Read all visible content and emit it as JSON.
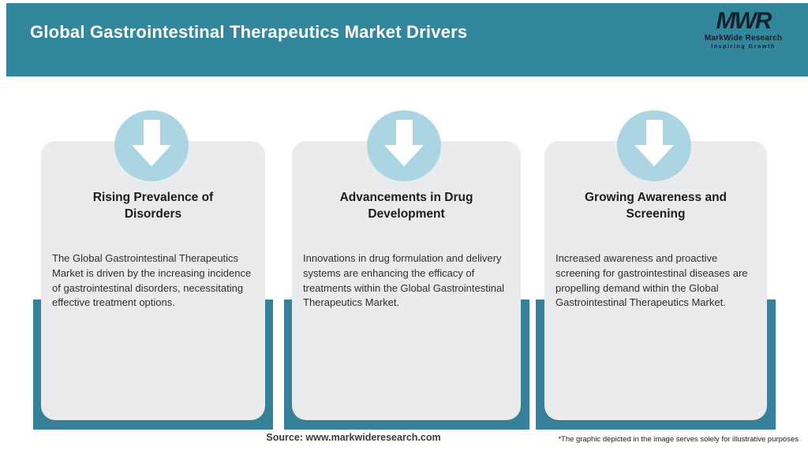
{
  "header": {
    "title": "Global Gastrointestinal Therapeutics Market Drivers",
    "logo": {
      "acronym": "MWR",
      "name": "MarkWide Research",
      "tagline": "Inspiring Growth"
    }
  },
  "cards": [
    {
      "icon": "down-arrow-icon",
      "title": "Rising Prevalence of Disorders",
      "description": "The Global Gastrointestinal Therapeutics Market is driven by the increasing incidence of gastrointestinal disorders, necessitating effective treatment options."
    },
    {
      "icon": "down-arrow-icon",
      "title": "Advancements in Drug Development",
      "description": "Innovations in drug formulation and delivery systems are enhancing the efficacy of treatments within the Global Gastrointestinal Therapeutics Market."
    },
    {
      "icon": "down-arrow-icon",
      "title": "Growing Awareness and Screening",
      "description": "Increased awareness and proactive screening for gastrointestinal diseases are propelling demand within the Global Gastrointestinal Therapeutics Market."
    }
  ],
  "footer": {
    "source": "Source: www.markwideresearch.com",
    "disclaimer": "*The graphic depicted in the image serves solely for illustrative purposes"
  },
  "colors": {
    "header_teal": "#33879d",
    "frame_teal": "#36809a",
    "circle_blue": "#abd5e2",
    "card_gray": "#e9ebec",
    "logo_navy": "#15222e"
  }
}
